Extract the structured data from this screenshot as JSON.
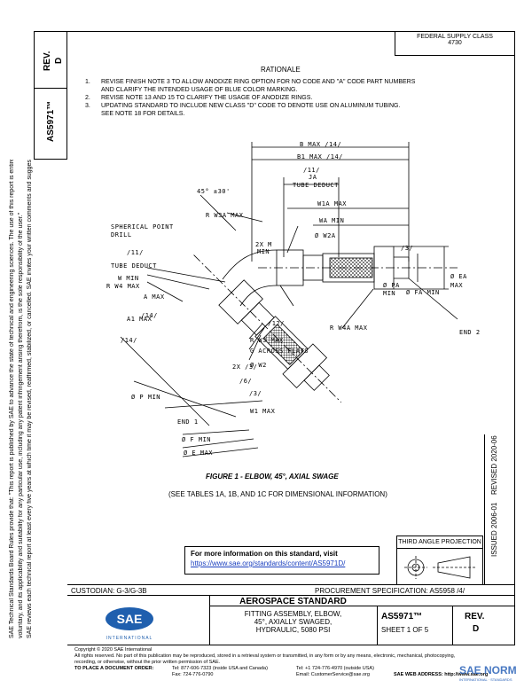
{
  "left_margin": {
    "rev_label": "REV.",
    "rev_value": "D",
    "doc_number": "AS5971™",
    "disclaimer_1": "SAE Technical Standards Board Rules provide that: \"This report is published by SAE to advance the state of technical and engineering sciences. The use of this report is entirely",
    "disclaimer_2": "voluntary, and its applicability and suitability for any particular use, including any patent infringement arising therefrom, is the sole responsibility of the user.\"",
    "disclaimer_3": "SAE reviews each technical report at least every five years at which time it may be revised, reaffirmed, stabilized, or cancelled. SAE invites your written comments and suggestions."
  },
  "header": {
    "fsc_line1": "FEDERAL SUPPLY CLASS",
    "fsc_line2": "4730"
  },
  "rationale": {
    "title": "RATIONALE",
    "items": [
      {
        "num": "1.",
        "line1": "REVISE FINISH NOTE 3 TO ALLOW ANODIZE RING OPTION FOR NO CODE AND \"A\" CODE PART NUMBERS",
        "line2": "AND CLARIFY THE INTENDED USAGE OF BLUE COLOR MARKING."
      },
      {
        "num": "2.",
        "line1": "REVISE NOTE 13 AND 15 TO CLARIFY THE USAGE OF ANODIZE RINGS.",
        "line2": ""
      },
      {
        "num": "3.",
        "line1": "UPDATING STANDARD TO INCLUDE NEW CLASS \"D\" CODE TO DENOTE USE ON ALUMINUM TUBING.",
        "line2": "SEE NOTE 18 FOR DETAILS."
      }
    ]
  },
  "drawing": {
    "labels": {
      "b_max": "B MAX",
      "b_max_note": "/14/",
      "b1_max": "B1 MAX",
      "b1_max_note": "/14/",
      "note_11_top": "/11/",
      "ja": "JA",
      "tube_deduct_top": "TUBE DEDUCT",
      "angle": "45° ±30'",
      "w1a_max": "W1A MAX",
      "r_w3a_max": "R W3A MAX",
      "wa_min": "WA MIN",
      "spherical_1": "SPHERICAL POINT",
      "spherical_2": "DRILL",
      "w2a": "Ø W2A",
      "note_11_left": "/11/",
      "tube_deduct_left": "TUBE DEDUCT",
      "two_x_m": "2X M",
      "min_a": "MIN",
      "note_3_top": "/3/",
      "w_min": "W MIN",
      "r_w4_max": "R W4 MAX",
      "a_max": "A MAX",
      "ea": "Ø EA",
      "max_ea": "MAX",
      "pa": "Ø PA",
      "min_pa": "MIN",
      "fa_min": "Ø FA MIN",
      "a1_max": "A1 MAX",
      "note_14_a1": "/14/",
      "note_12": "/12/",
      "r_w4a_max": "R W4A MAX",
      "end2": "END 2",
      "note_14_left": "/14/",
      "r_w3_max": "R W3 MAX",
      "g_flats": "G ACROSS FLATS",
      "w2": "Ø W2",
      "two_x_3": "2X /3/",
      "note_6": "/6/",
      "note_3_low": "/3/",
      "p_min": "Ø P MIN",
      "w1_max": "W1 MAX",
      "end1": "END 1",
      "f_min": "Ø F MIN",
      "e_max": "Ø E MAX"
    }
  },
  "figure": {
    "caption": "FIGURE 1 - ELBOW, 45°, AXIAL SWAGE",
    "tables_note": "(SEE TABLES 1A, 1B, AND 1C FOR DIMENSIONAL INFORMATION)"
  },
  "info_box": {
    "title": "For more information on this standard, visit",
    "link": "https://www.sae.org/standards/content/AS5971D/"
  },
  "projection": {
    "label": "THIRD ANGLE PROJECTION"
  },
  "dates": {
    "issued": "ISSUED 2006-01",
    "revised": "REVISED 2020-06"
  },
  "title_block": {
    "custodian": "CUSTODIAN: G-3/G-3B",
    "procurement": "PROCUREMENT SPECIFICATION: AS5958 /4/",
    "logo_text": "SAE",
    "logo_sub": "INTERNATIONAL",
    "category": "AEROSPACE STANDARD",
    "title_1": "FITTING ASSEMBLY, ELBOW,",
    "title_2": "45°, AXIALLY SWAGED,",
    "title_3": "HYDRAULIC, 5080 PSI",
    "doc_number": "AS5971™",
    "sheet": "SHEET 1 OF 5",
    "rev_label": "REV.",
    "rev_value": "D"
  },
  "footer": {
    "copyright": "Copyright © 2020 SAE International",
    "rights_1": "All rights reserved. No part of this publication may be reproduced, stored in a retrieval system or transmitted, in any form or by any means, electronic, mechanical, photocopying,",
    "rights_2": "recording, or otherwise, without the prior written permission of SAE.",
    "order_label": "TO PLACE A DOCUMENT ORDER:",
    "tel": "Tel: 877-606-7323 (inside USA and Canada)",
    "tel_out": "Tel: +1 724-776-4970 (outside USA)",
    "fax": "Fax: 724-776-0790",
    "email": "Email: CustomerService@sae.org",
    "web": "SAE WEB ADDRESS: http://www.sae.org",
    "watermark": "SAE NORM",
    "watermark_sub": "INTERNATIONAL · STANDARDS"
  }
}
